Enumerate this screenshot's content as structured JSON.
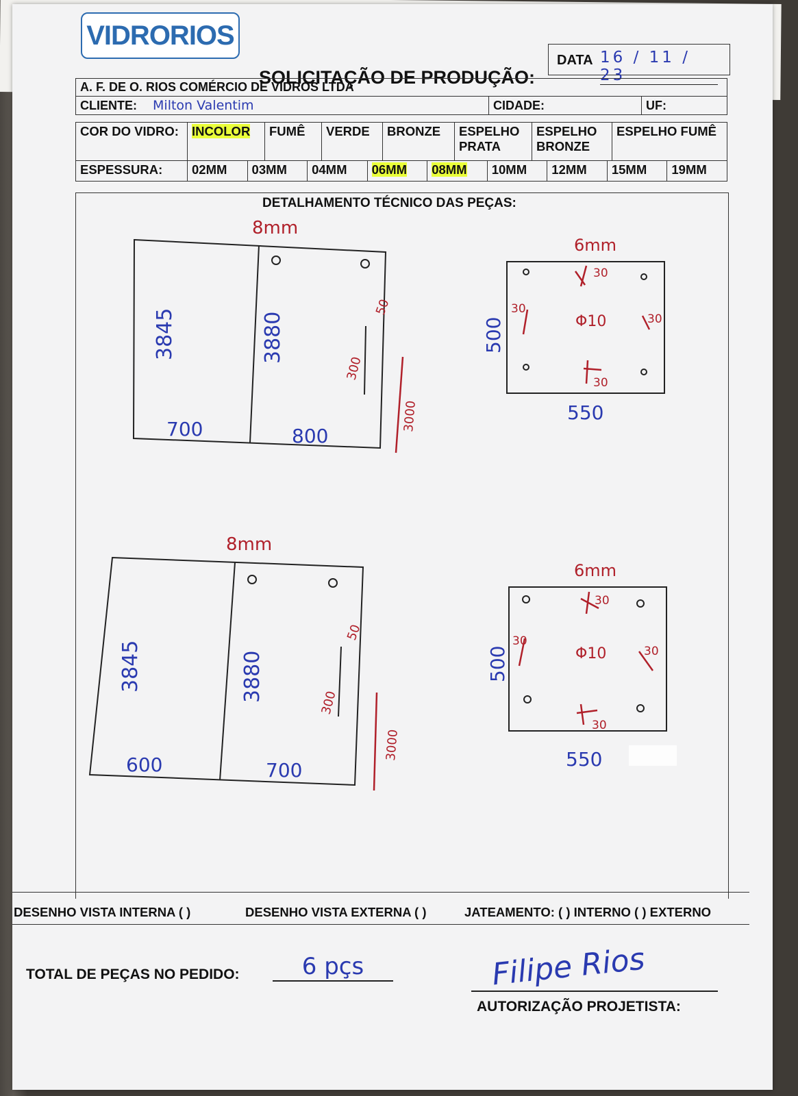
{
  "header": {
    "logo": "VIDRORIOS",
    "date_label": "DATA",
    "date_value": "16 / 11 / 23",
    "title": "SOLICITAÇÃO DE PRODUÇÃO:",
    "company": "A. F. DE O. RIOS COMÉRCIO DE VIDROS LTDA",
    "client_label": "CLIENTE:",
    "client_value": "Milton Valentim",
    "city_label": "CIDADE:",
    "uf_label": "UF:"
  },
  "glass_color": {
    "label": "COR DO VIDRO:",
    "options": [
      "INCOLOR",
      "FUMÊ",
      "VERDE",
      "BRONZE",
      "ESPELHO PRATA",
      "ESPELHO BRONZE",
      "ESPELHO FUMÊ"
    ],
    "selected": "INCOLOR"
  },
  "thickness": {
    "label": "ESPESSURA:",
    "options": [
      "02MM",
      "03MM",
      "04MM",
      "06MM",
      "08MM",
      "10MM",
      "12MM",
      "15MM",
      "19MM"
    ],
    "selected": [
      "06MM",
      "08MM"
    ]
  },
  "technical_title": "DETALHAMENTO TÉCNICO DAS PEÇAS:",
  "drawings": {
    "d1": {
      "thickness": "8mm",
      "h1": "3845",
      "h2": "3880",
      "w1": "700",
      "w2": "800",
      "mark_a": "50",
      "mark_b": "300",
      "mark_c": "3000"
    },
    "d2": {
      "thickness": "6mm",
      "h": "500",
      "w": "550",
      "top": "30",
      "left": "30",
      "right": "30",
      "bottom": "30",
      "hole": "Φ10"
    },
    "d3": {
      "thickness": "8mm",
      "h1": "3845",
      "h2": "3880",
      "w1": "600",
      "w2": "700",
      "mark_a": "50",
      "mark_b": "300",
      "mark_c": "3000"
    },
    "d4": {
      "thickness": "6mm",
      "h": "500",
      "w": "550",
      "top": "30",
      "left": "30",
      "right": "30",
      "bottom": "30",
      "hole": "Φ10"
    }
  },
  "footer": {
    "internal": "DESENHO VISTA INTERNA ( )",
    "external": "DESENHO VISTA EXTERNA ( )",
    "blasting": "JATEAMENTO: ( ) INTERNO ( ) EXTERNO",
    "total_label": "TOTAL DE PEÇAS NO PEDIDO:",
    "total_value": "6 pçs",
    "signature": "Filipe Rios",
    "authorization": "AUTORIZAÇÃO PROJETISTA:"
  }
}
